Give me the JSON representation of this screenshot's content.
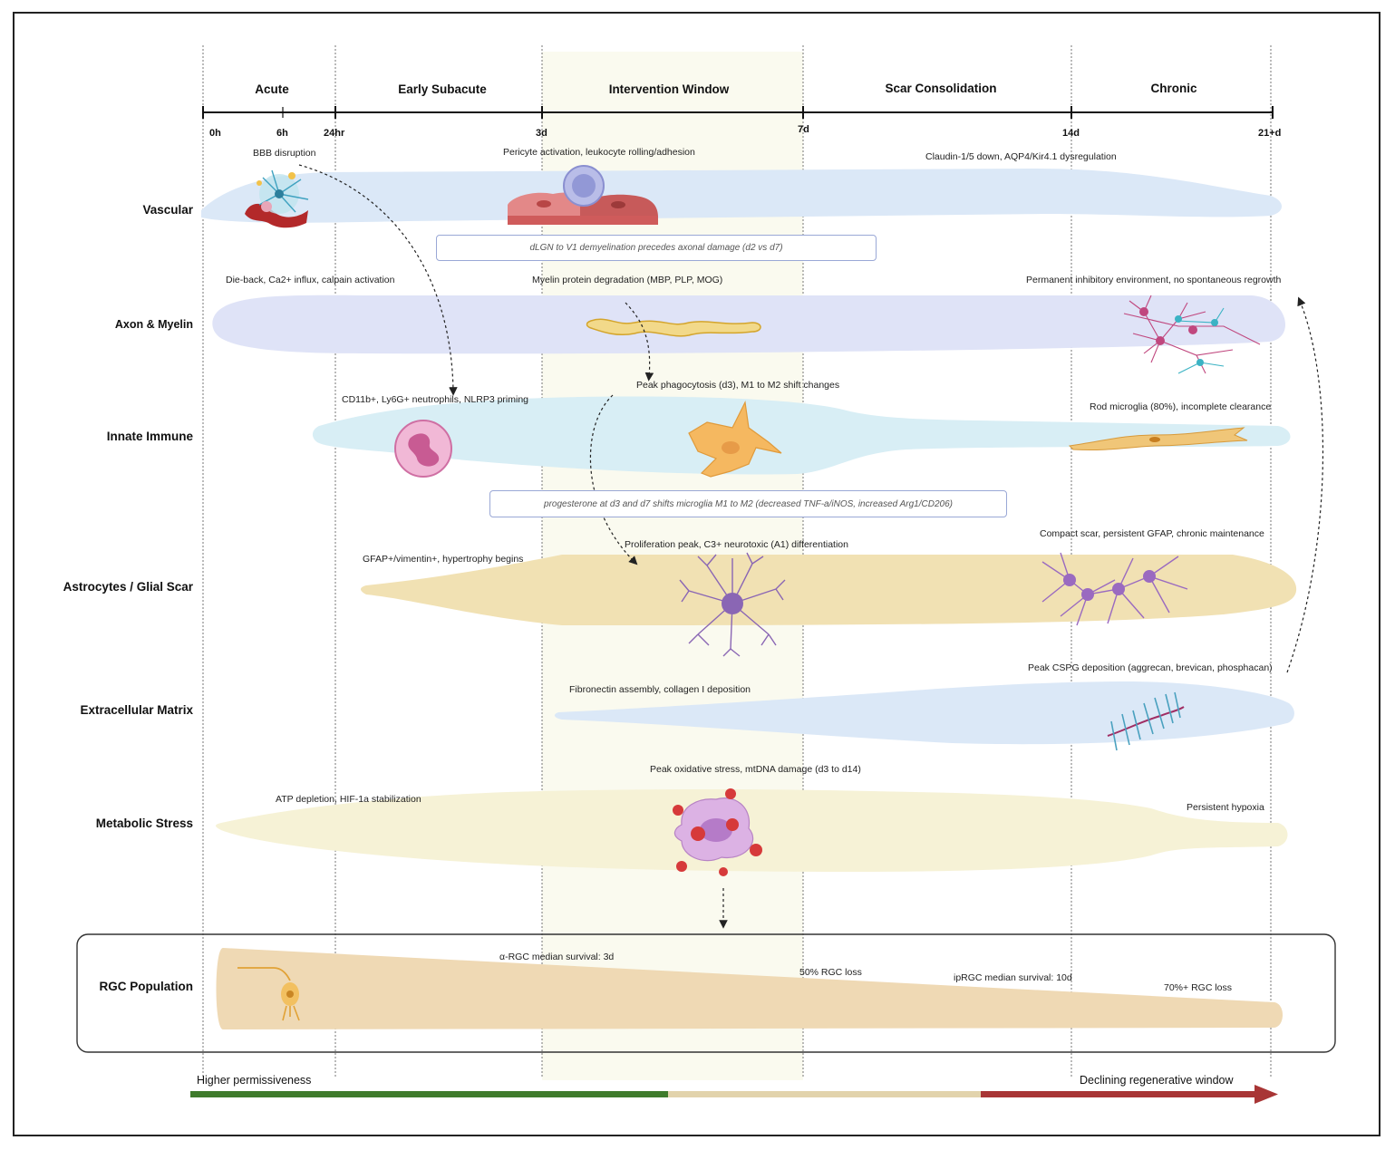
{
  "phases": [
    {
      "label": "Acute"
    },
    {
      "label": "Early Subacute"
    },
    {
      "label": "Intervention Window"
    },
    {
      "label": "Scar Consolidation"
    },
    {
      "label": "Chronic"
    }
  ],
  "ticks": [
    "0h",
    "6h",
    "24hr",
    "3d",
    "7d",
    "14d",
    "21+d"
  ],
  "rows": [
    {
      "label": "Vascular"
    },
    {
      "label": "Axon & Myelin"
    },
    {
      "label": "Innate Immune"
    },
    {
      "label": "Astrocytes / Glial Scar"
    },
    {
      "label": "Extracellular Matrix"
    },
    {
      "label": "Metabolic Stress"
    },
    {
      "label": "RGC Population"
    }
  ],
  "annotations": {
    "vascular": {
      "bbb": "BBB disruption",
      "pericyte": "Pericyte activation, leukocyte rolling/adhesion",
      "claudin": "Claudin-1/5 down, AQP4/Kir4.1 dysregulation"
    },
    "axon": {
      "dieback": "Die-back, Ca2+ influx, calpain activation",
      "myelin": "Myelin protein degradation (MBP, PLP, MOG)",
      "permanent": "Permanent inhibitory environment, no spontaneous regrowth"
    },
    "immune": {
      "cd11b": "CD11b+, Ly6G+ neutrophils, NLRP3 priming",
      "peak": "Peak phagocytosis (d3), M1 to M2 shift changes",
      "rod": "Rod microglia (80%), incomplete clearance"
    },
    "astro": {
      "gfap": "GFAP+/vimentin+, hypertrophy begins",
      "prolif": "Proliferation peak, C3+ neurotoxic (A1) differentiation",
      "compact": "Compact scar, persistent GFAP, chronic maintenance"
    },
    "ecm": {
      "fibro": "Fibronectin assembly, collagen I deposition",
      "cspg": "Peak CSPG deposition (aggrecan, brevican, phosphacan)"
    },
    "metab": {
      "atp": "ATP depletion, HIF-1a stabilization",
      "oxid": "Peak oxidative stress, mtDNA damage (d3 to d14)",
      "hypoxia": "Persistent hypoxia"
    },
    "rgc": {
      "alpha": "α-RGC median survival: 3d",
      "fifty": "50% RGC loss",
      "ip": "ipRGC median survival: 10d",
      "seventy": "70%+ RGC loss"
    }
  },
  "callouts": {
    "dlgn": "dLGN to V1 demyelination precedes axonal damage (d2 vs d7)",
    "progesterone": "progesterone at d3 and d7 shifts microglia M1 to M2 (decreased TNF-a/iNOS, increased Arg1/CD206)"
  },
  "legend": {
    "left": "Higher permissiveness",
    "right": "Declining regenerative window"
  },
  "colors": {
    "vascular_band": "#dbe8f7",
    "axon_band": "#dfe3f7",
    "immune_band": "#d8eef5",
    "astro_band": "#f1e1b3",
    "ecm_band": "#dbe8f7",
    "metab_band": "#f6f2d6",
    "rgc_band": "#efd9b4",
    "intervention_shade": "#fafaef",
    "bar_green": "#3f7b2c",
    "bar_tan": "#e2d3ac",
    "bar_red": "#a83535"
  }
}
